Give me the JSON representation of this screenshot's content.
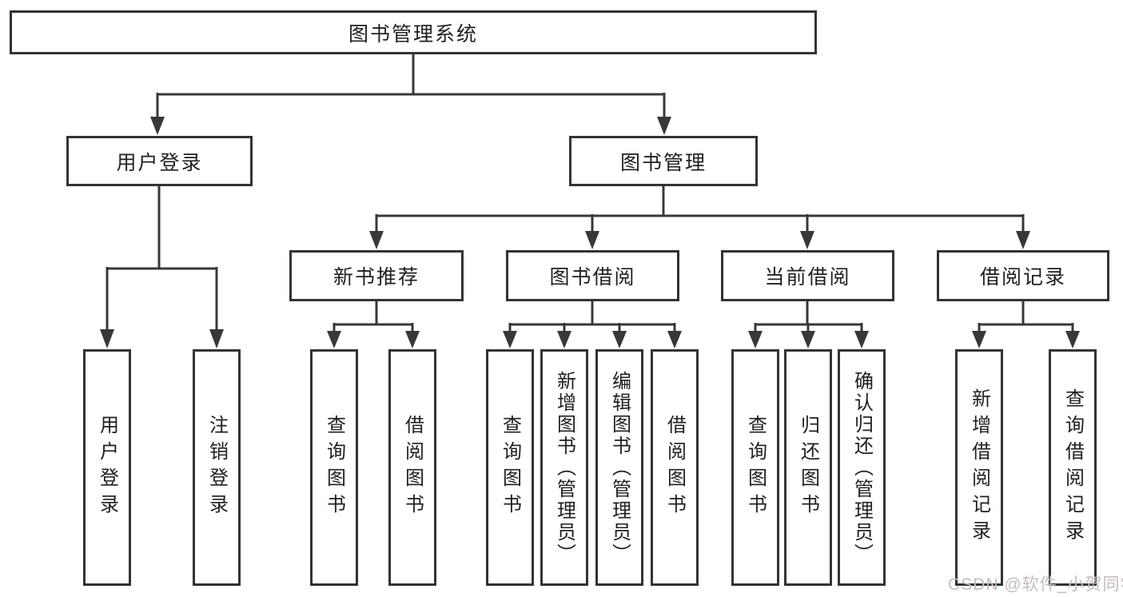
{
  "diagram": {
    "title": "图书管理系统",
    "user_login": {
      "label": "用户登录",
      "children": [
        "用户登录",
        "注销登录"
      ]
    },
    "book_management": {
      "label": "图书管理",
      "modules": [
        {
          "label": "新书推荐",
          "children": [
            "查询图书",
            "借阅图书"
          ]
        },
        {
          "label": "图书借阅",
          "children": [
            "查询图书",
            "新增图书（管理员）",
            "编辑图书（管理员）",
            "借阅图书"
          ]
        },
        {
          "label": "当前借阅",
          "children": [
            "查询图书",
            "归还图书",
            "确认归还（管理员）"
          ]
        },
        {
          "label": "借阅记录",
          "children": [
            "新增借阅记录",
            "查询借阅记录"
          ]
        }
      ]
    }
  },
  "watermark": {
    "text": "CSDN @软件_小贺同学"
  },
  "colors": {
    "background": "#ffffff",
    "line": "#383838",
    "box_border": "#333333",
    "text": "#1f1f1f",
    "watermark_text": "#c7bcbc"
  }
}
